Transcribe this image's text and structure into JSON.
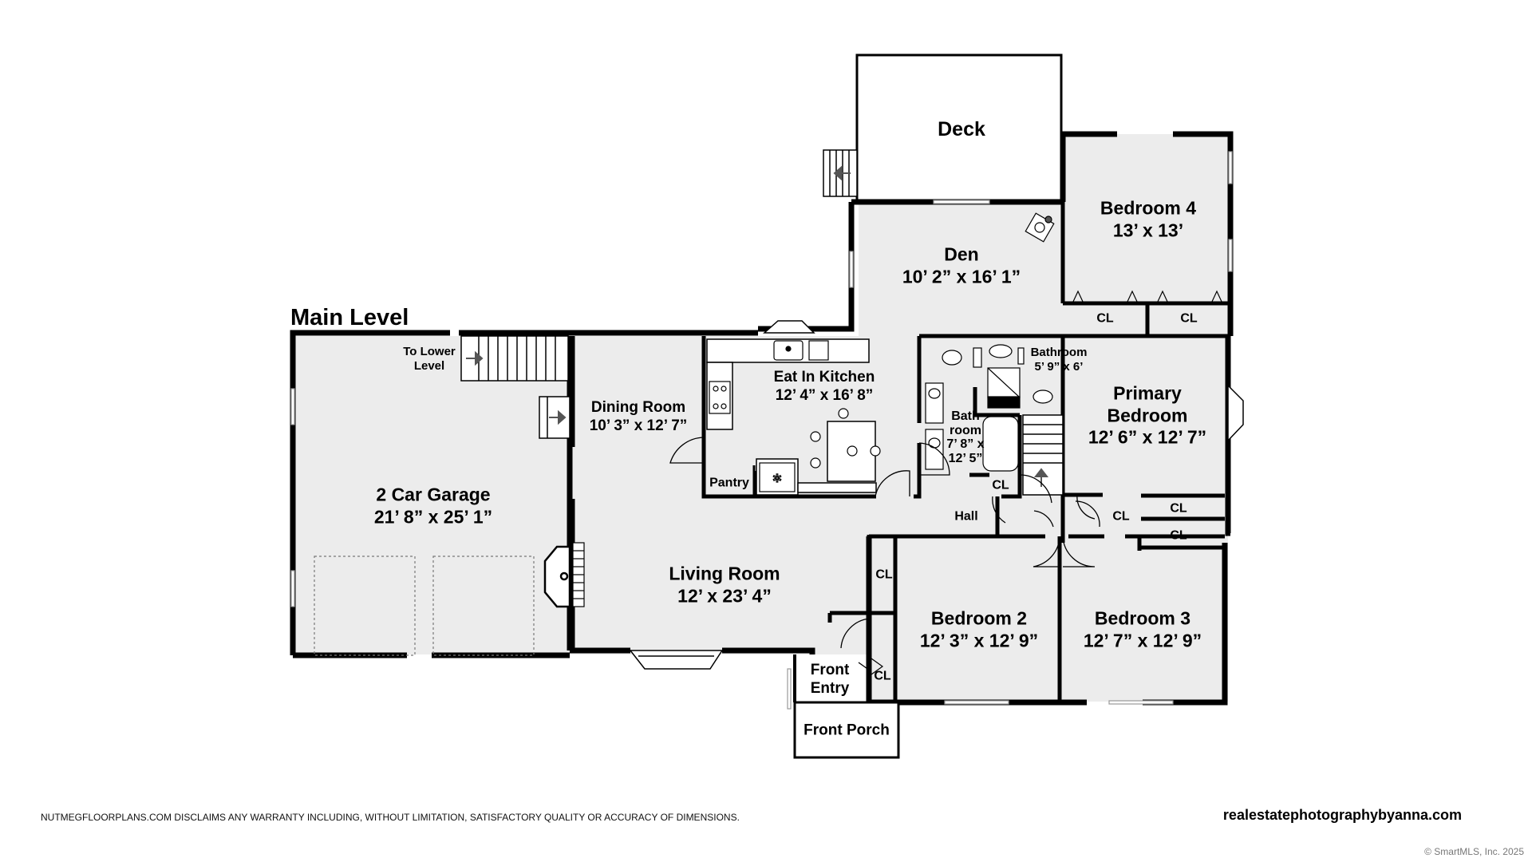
{
  "plan": {
    "title": "Main Level",
    "rooms": {
      "deck": {
        "name": "Deck"
      },
      "bedroom4": {
        "name": "Bedroom 4",
        "dims": "13’ x 13’"
      },
      "den": {
        "name": "Den",
        "dims": "10’ 2” x 16’ 1”"
      },
      "bathroom_small": {
        "name": "Bathroom",
        "dims": "5’ 9” x 6’"
      },
      "primary_bedroom": {
        "line1": "Primary",
        "line2": "Bedroom",
        "dims": "12’ 6” x 12’ 7”"
      },
      "to_lower_level": {
        "line1": "To Lower",
        "line2": "Level"
      },
      "eat_in_kitchen": {
        "name": "Eat In Kitchen",
        "dims": "12’ 4” x 16’ 8”"
      },
      "dining_room": {
        "name": "Dining Room",
        "dims": "10’ 3” x 12’ 7”"
      },
      "bathroom_main": {
        "line1": "Bath",
        "line2": "room",
        "line3": "7’ 8” x",
        "line4": "12’ 5”"
      },
      "garage": {
        "name": "2 Car Garage",
        "dims": "21’ 8” x 25’ 1”"
      },
      "pantry": {
        "name": "Pantry"
      },
      "hall": {
        "name": "Hall"
      },
      "living_room": {
        "name": "Living Room",
        "dims": "12’ x 23’ 4”"
      },
      "bedroom2": {
        "name": "Bedroom 2",
        "dims": "12’ 3” x 12’ 9”"
      },
      "bedroom3": {
        "name": "Bedroom 3",
        "dims": "12’ 7” x 12’ 9”"
      },
      "front_entry": {
        "line1": "Front",
        "line2": "Entry"
      },
      "front_porch": {
        "name": "Front Porch"
      }
    },
    "closet_label": "CL"
  },
  "footer": {
    "disclaimer": "NUTMEGFLOORPLANS.COM DISCLAIMS ANY WARRANTY INCLUDING, WITHOUT LIMITATION, SATISFACTORY QUALITY OR ACCURACY OF DIMENSIONS.",
    "credit": "realestatephotographybyanna.com",
    "copyright": "© SmartMLS, Inc.  2025"
  },
  "colors": {
    "floor": "#ececec",
    "wall": "#000000",
    "background": "#ffffff"
  }
}
